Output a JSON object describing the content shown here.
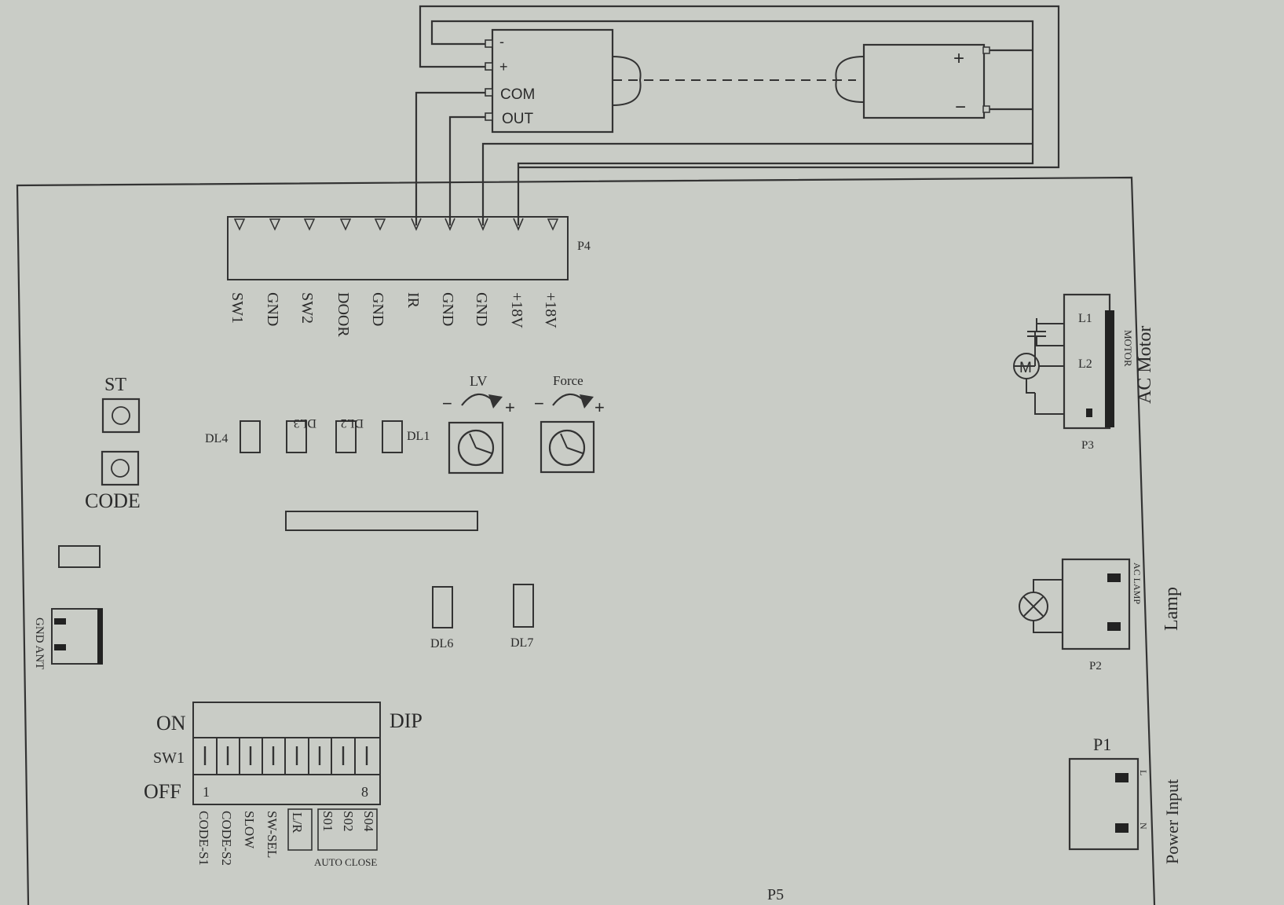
{
  "sensor": {
    "terminals": [
      "-",
      "+",
      "COM",
      "OUT"
    ],
    "reflector_terminals": [
      "+",
      "−"
    ]
  },
  "p4": {
    "label": "P4",
    "pins": [
      "SW1",
      "GND",
      "SW2",
      "DOOR",
      "GND",
      "IR",
      "GND",
      "GND",
      "+18V",
      "+18V"
    ]
  },
  "buttons": {
    "st": "ST",
    "code": "CODE"
  },
  "leds": {
    "dl4": "DL4",
    "dl3": "DL3",
    "dl2": "DL2",
    "dl1": "DL1",
    "dl6": "DL6",
    "dl7": "DL7"
  },
  "pots": {
    "lv": {
      "label": "LV",
      "minus": "−",
      "plus": "+"
    },
    "force": {
      "label": "Force",
      "minus": "−",
      "plus": "+"
    }
  },
  "antenna": {
    "label": "GND ANT"
  },
  "dip": {
    "on": "ON",
    "off": "OFF",
    "sw": "SW1",
    "name": "DIP",
    "first": "1",
    "last": "8",
    "functions": [
      "CODE-S1",
      "CODE-S2",
      "SLOW",
      "SW-SEL",
      "L/R",
      "S01",
      "S02",
      "S04"
    ],
    "auto_close": "AUTO CLOSE"
  },
  "p5": "P5",
  "motor": {
    "connector": "P3",
    "pin1": "L1",
    "pin2": "L2",
    "strip": "MOTOR",
    "title": "AC Motor",
    "symbol": "M"
  },
  "lamp": {
    "connector": "P2",
    "strip": "AC LAMP",
    "title": "Lamp"
  },
  "power": {
    "connector": "P1",
    "pin_l": "L",
    "pin_n": "N",
    "title": "Power Input"
  }
}
